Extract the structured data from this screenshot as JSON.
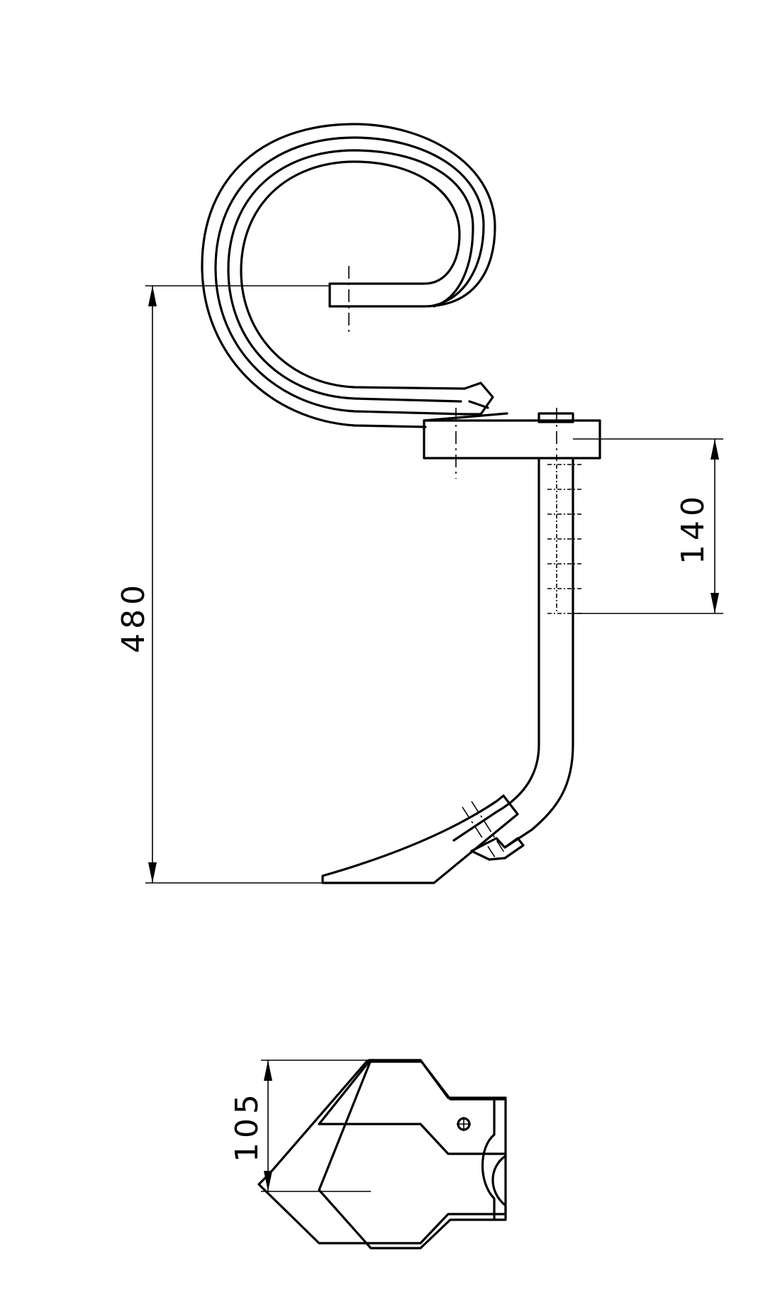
{
  "dimensions": {
    "overall_height": "480",
    "adjustment_range": "140",
    "share_width": "105"
  }
}
